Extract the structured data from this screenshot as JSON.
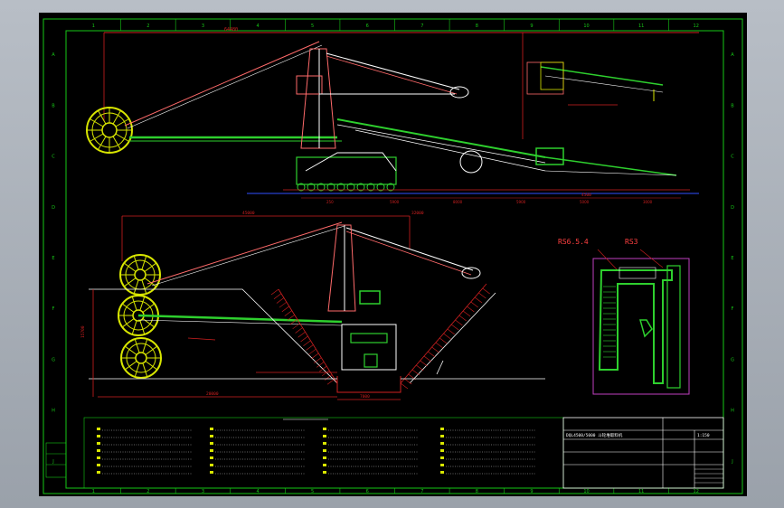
{
  "colors": {
    "frame": "#16c816",
    "wheel": "#d8e600",
    "steel": "#ffffff",
    "dim": "#d02020",
    "conveyor": "#2ed02e",
    "boom_tie": "#ff6a6a",
    "magenta": "#c040c0",
    "blue": "#3050ff"
  },
  "grid": {
    "columns": [
      "1",
      "2",
      "3",
      "4",
      "5",
      "6",
      "7",
      "8",
      "9",
      "10",
      "11",
      "12"
    ],
    "rows": [
      "A",
      "B",
      "C",
      "D",
      "E",
      "F",
      "G",
      "H",
      "J"
    ]
  },
  "side_view": {
    "overall_dimension": "64480",
    "segment_dims": [
      "250",
      "5900",
      "8000",
      "5900",
      "5000",
      "3000"
    ],
    "tail_length": "4500"
  },
  "lower_view": {
    "left_dimension": "45000",
    "right_dimension": "32000",
    "base_dimension": "20000",
    "center_dimension": "7000",
    "height_dimension": "15700"
  },
  "inset": {
    "left_tag": "RS6.5.4",
    "right_tag": "RS3"
  },
  "title_block": {
    "drawing_title": "DQL4500/5000 斗轮堆取料机",
    "scale": "1:150"
  },
  "icons": [
    "bucket-wheel-icon",
    "crane-tower-icon",
    "stockpile-icon"
  ]
}
